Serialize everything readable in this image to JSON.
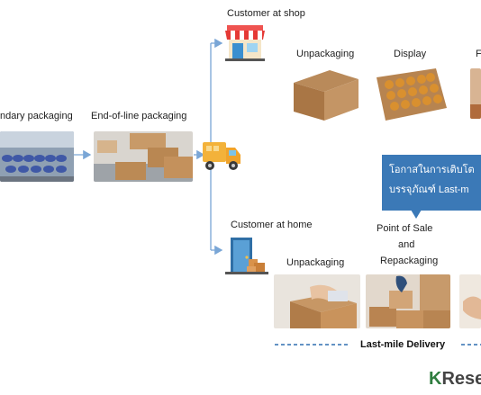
{
  "labels": {
    "secondary_packaging": "ndary packaging",
    "end_of_line": "End-of-line packaging",
    "customer_shop": "Customer at shop",
    "unpackaging_shop": "Unpackaging",
    "display": "Display",
    "customer_home": "Customer at home",
    "point_of_sale_1": "Point of Sale",
    "point_of_sale_2": "and",
    "point_of_sale_3": "Repackaging",
    "unpackaging_home": "Unpackaging",
    "last_mile": "Last-mile Delivery",
    "cut_label_right": "F"
  },
  "callout": {
    "line1": "โอกาสในการเติบโต",
    "line2": "บรรจุภัณฑ์ Last-m"
  },
  "brand": {
    "k": "K",
    "rest": "Rese"
  },
  "colors": {
    "connector": "#7aa6d6",
    "callout": "#3b79b7",
    "dashed": "#2f6fb0",
    "brand_green": "#2f7d3f"
  },
  "icons": [
    "shop-icon",
    "delivery-truck-icon",
    "home-door-icon"
  ]
}
